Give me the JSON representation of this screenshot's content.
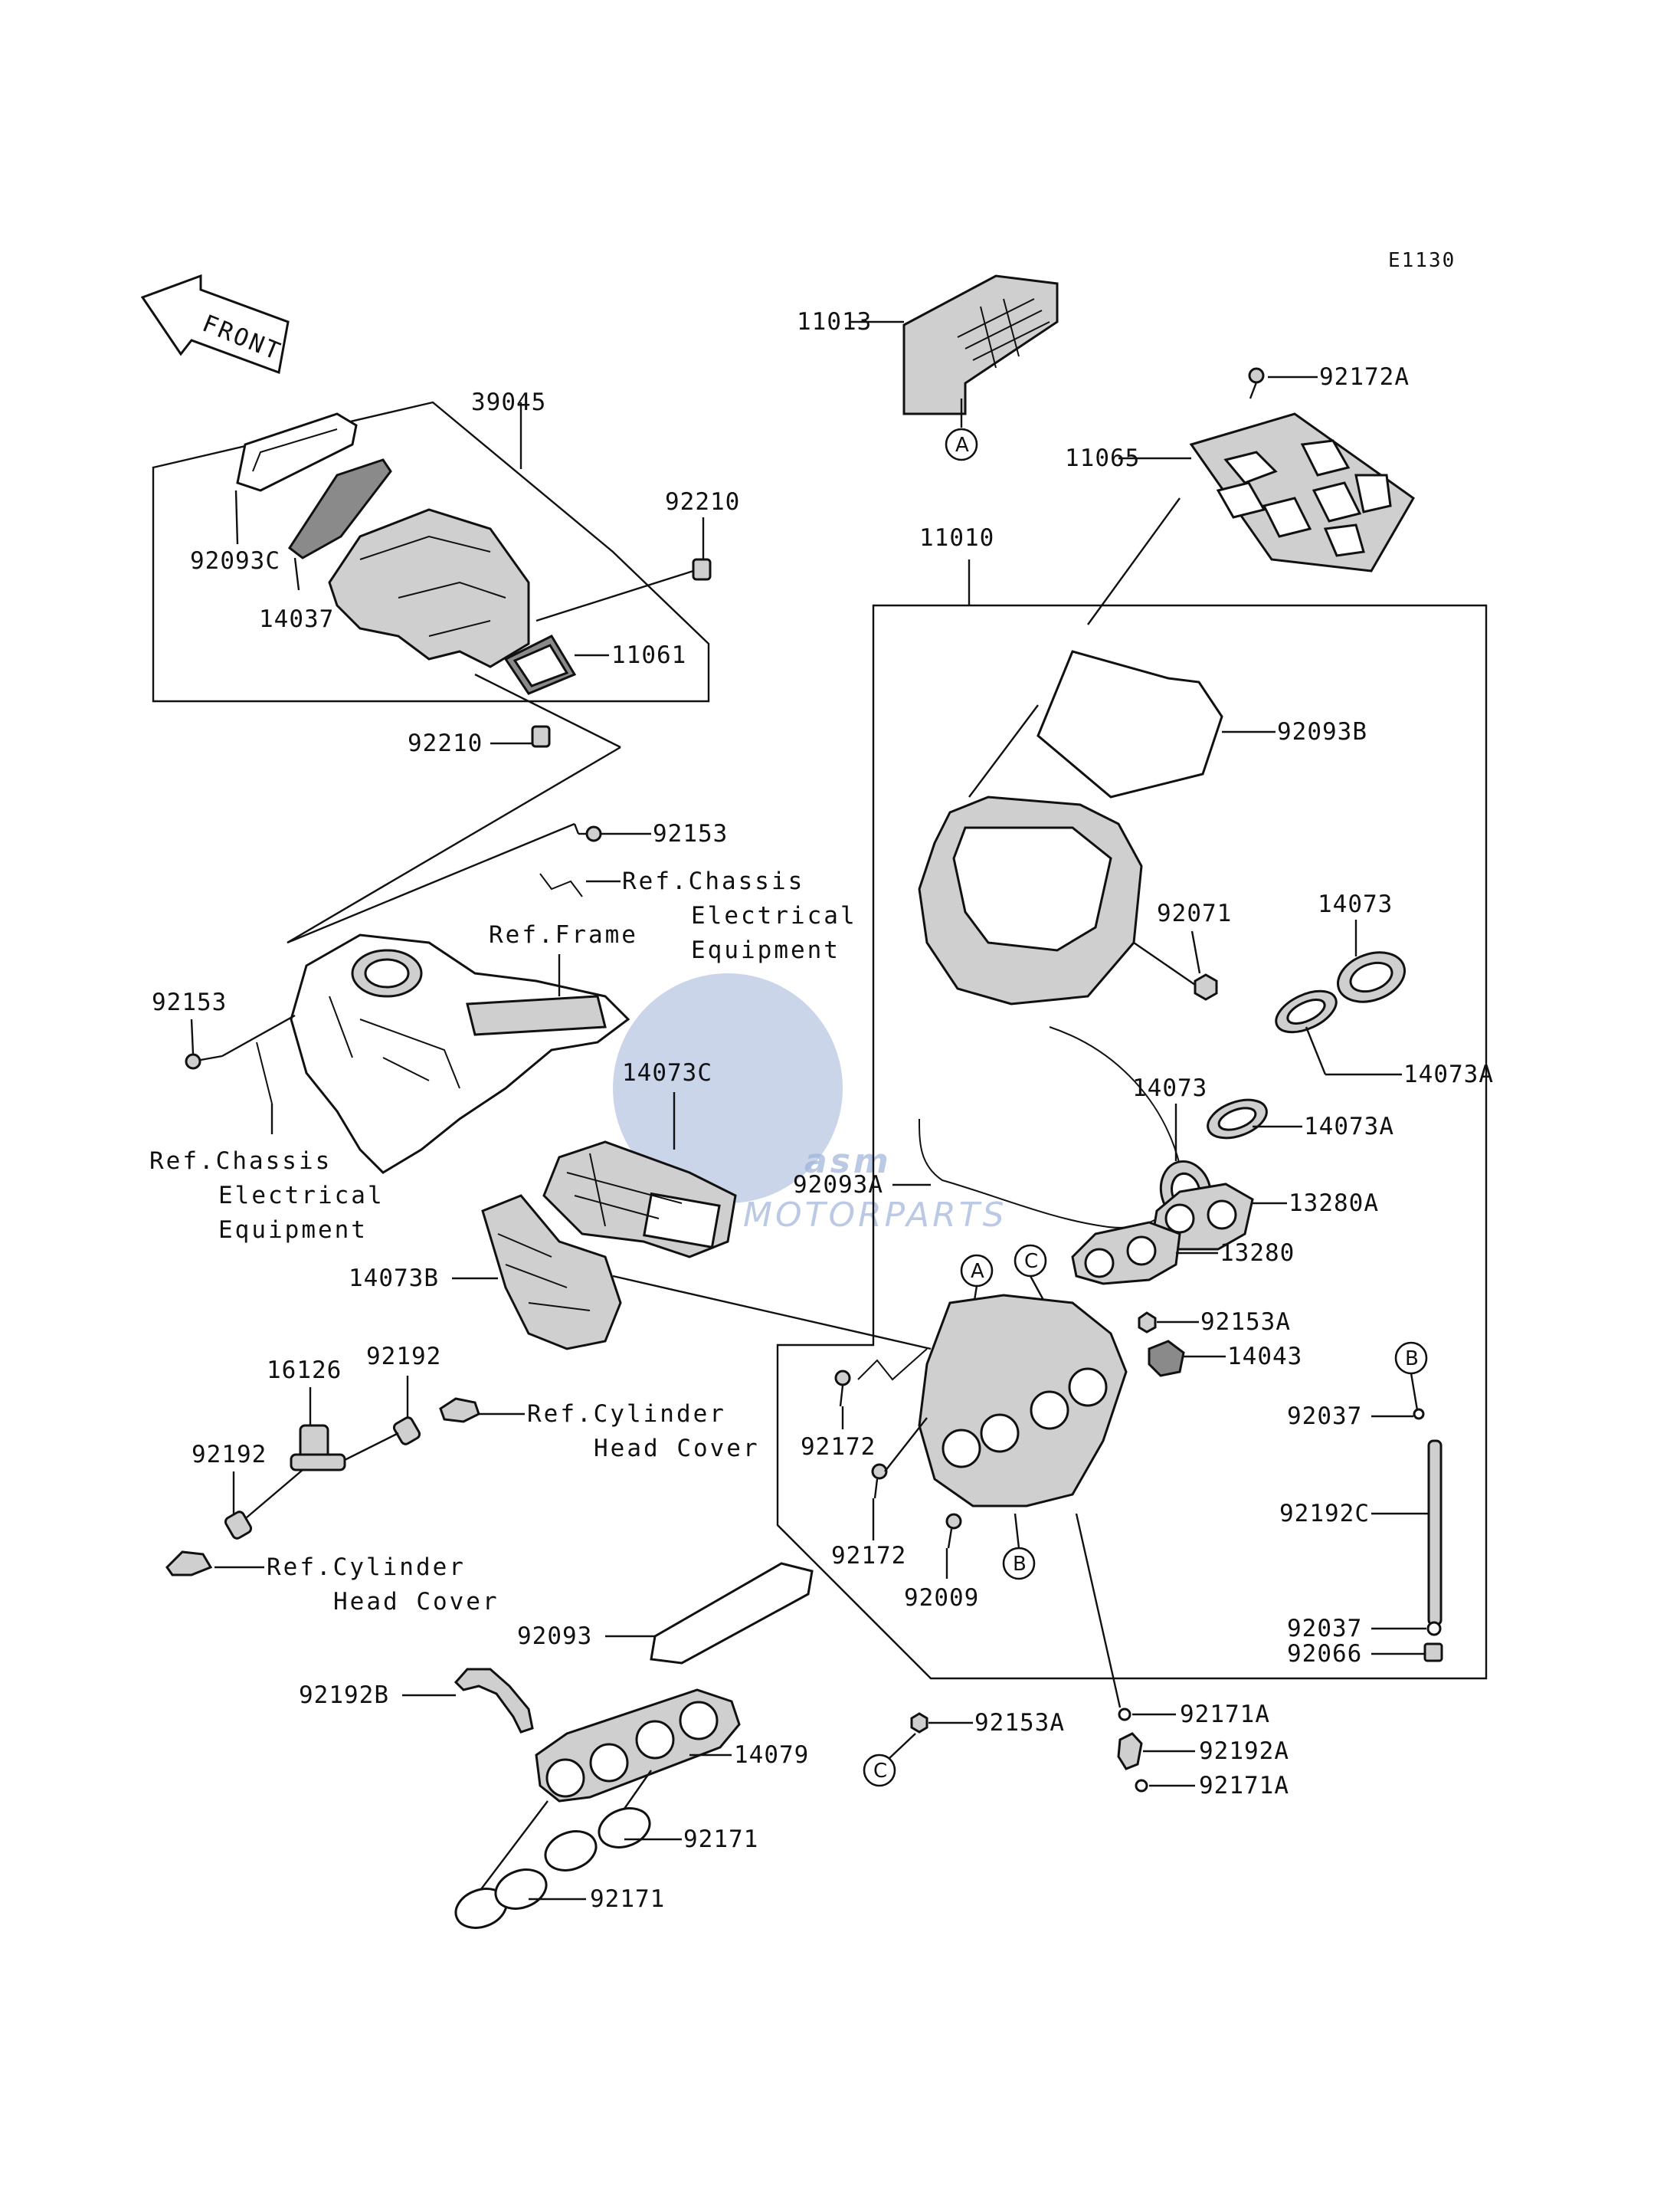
{
  "diagram": {
    "code": "E1130",
    "front_label": "FRONT",
    "parts": {
      "p11013": "11013",
      "p92172A": "92172A",
      "p11065": "11065",
      "p39045": "39045",
      "p92210_top": "92210",
      "p92093C": "92093C",
      "p14037": "14037",
      "p11061": "11061",
      "p92210_bottom": "92210",
      "p11010": "11010",
      "p92093B": "92093B",
      "p92153_top": "92153",
      "p92153_left": "92153",
      "p92071": "92071",
      "p14073_top": "14073",
      "p14073A_top": "14073A",
      "p14073_mid": "14073",
      "p14073A_mid": "14073A",
      "p14073C": "14073C",
      "p92093A": "92093A",
      "p13280A": "13280A",
      "p13280": "13280",
      "p14073B": "14073B",
      "p92153A_right": "92153A",
      "p14043": "14043",
      "p16126": "16126",
      "p92192_top": "92192",
      "p92192_left": "92192",
      "p92172_upper": "92172",
      "p92172_lower": "92172",
      "p92037_top": "92037",
      "p92192C": "92192C",
      "p92009": "92009",
      "p92093": "92093",
      "p92037_bottom": "92037",
      "p92066": "92066",
      "p92192B": "92192B",
      "p92171A_top": "92171A",
      "p92153A_bottom": "92153A",
      "p14079": "14079",
      "p92192A": "92192A",
      "p92171A_bottom": "92171A",
      "p92171_upper": "92171",
      "p92171_lower": "92171"
    },
    "references": {
      "chassis_top_1": "Ref.Chassis",
      "chassis_top_2": "Electrical",
      "chassis_top_3": "Equipment",
      "frame": "Ref.Frame",
      "chassis_left_1": "Ref.Chassis",
      "chassis_left_2": "Electrical",
      "chassis_left_3": "Equipment",
      "cyl_top_1": "Ref.Cylinder",
      "cyl_top_2": "Head Cover",
      "cyl_left_1": "Ref.Cylinder",
      "cyl_left_2": "Head Cover"
    },
    "markers": {
      "a1": "A",
      "a2": "A",
      "c1": "C",
      "c2": "C",
      "b1": "B",
      "b2": "B"
    },
    "watermark": {
      "main": "asm",
      "sub": "MOTORPARTS"
    }
  }
}
